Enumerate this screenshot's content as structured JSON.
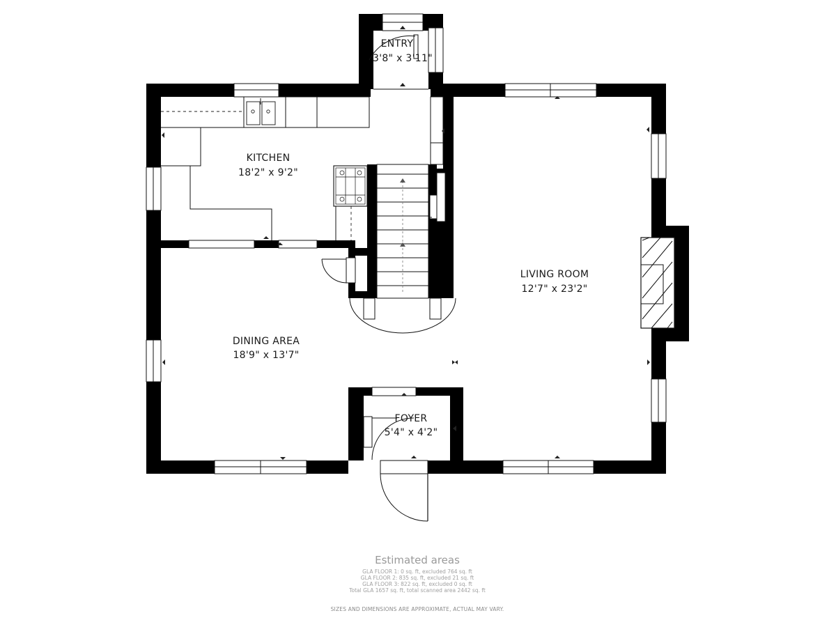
{
  "rooms": {
    "entry": {
      "name": "ENTRY",
      "dims": "3'8\" x 3'11\""
    },
    "kitchen": {
      "name": "KITCHEN",
      "dims": "18'2\" x 9'2\""
    },
    "living_room": {
      "name": "LIVING ROOM",
      "dims": "12'7\" x 23'2\""
    },
    "dining_area": {
      "name": "DINING AREA",
      "dims": "18'9\" x 13'7\""
    },
    "foyer": {
      "name": "FOYER",
      "dims": "5'4\" x 4'2\""
    }
  },
  "footer": {
    "title": "Estimated areas",
    "lines": [
      "GLA FLOOR 1: 0 sq. ft, excluded 764 sq. ft",
      "GLA FLOOR 2: 835 sq. ft, excluded 21 sq. ft",
      "GLA FLOOR 3: 822 sq. ft, excluded 0 sq. ft",
      "Total GLA 1657 sq. ft, total scanned area 2442 sq. ft"
    ],
    "disclaimer": "SIZES AND DIMENSIONS ARE APPROXIMATE, ACTUAL MAY VARY."
  },
  "colors": {
    "wall": "#000000",
    "line": "#111111",
    "footer_text": "#9a9a9a"
  }
}
